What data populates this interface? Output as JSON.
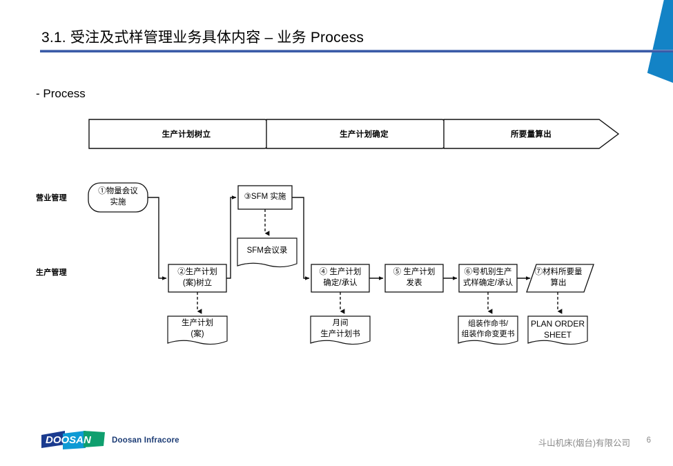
{
  "header": {
    "title": "3.1. 受注及式样管理业务具体内容 – 业务 Process",
    "subtitle": "-  Process",
    "accent_color": "#3b5ca8",
    "wedge_color": "#1383c6"
  },
  "banner": {
    "stages": [
      {
        "label": "生产计划树立"
      },
      {
        "label": "生产计划确定"
      },
      {
        "label": "所要量算出"
      }
    ]
  },
  "lanes": [
    {
      "label": "营业管理"
    },
    {
      "label": "生产管理"
    }
  ],
  "nodes": [
    {
      "id": "n1",
      "shape": "rounded-rect",
      "text": "①物量会议\n实施"
    },
    {
      "id": "n3",
      "shape": "rect",
      "text": "③SFM 实施"
    },
    {
      "id": "sfm-doc",
      "shape": "document",
      "text": "SFM会议录"
    },
    {
      "id": "n2",
      "shape": "rect",
      "text": "②生产计划\n(案)树立"
    },
    {
      "id": "n2-doc",
      "shape": "document",
      "text": "生产计划\n(案)"
    },
    {
      "id": "n4",
      "shape": "rect",
      "text": "④ 生产计划\n确定/承认"
    },
    {
      "id": "n4-doc",
      "shape": "document",
      "text": "月间\n生产计划书"
    },
    {
      "id": "n5",
      "shape": "rect",
      "text": "⑤ 生产计划\n发表"
    },
    {
      "id": "n6",
      "shape": "rect",
      "text": "⑥号机别生产\n式样确定/承认"
    },
    {
      "id": "n6-doc",
      "shape": "document",
      "text": "组装作命书/\n组装作命变更书"
    },
    {
      "id": "n7",
      "shape": "parallelogram",
      "text": "⑦材料所要量\n算出"
    },
    {
      "id": "n7-doc",
      "shape": "document",
      "text": "PLAN ORDER\nSHEET"
    }
  ],
  "footer": {
    "brand": "Doosan Infracore",
    "company": "斗山机床(烟台)有限公司",
    "page_number": "6",
    "logo_colors": {
      "dark_blue": "#1b3b8f",
      "cyan": "#0e9ad4",
      "green": "#0f9f6e"
    }
  }
}
